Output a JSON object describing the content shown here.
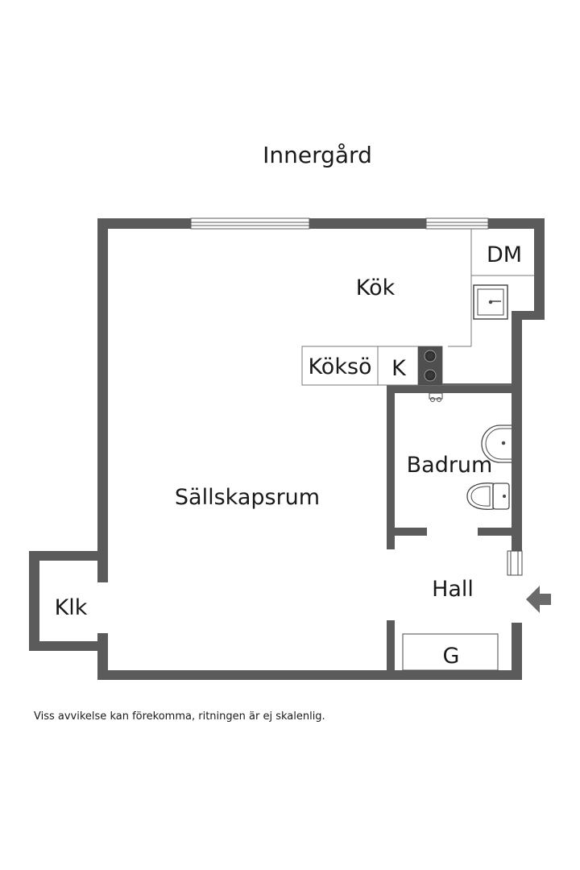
{
  "plan": {
    "courtyard": "Innergård",
    "rooms": {
      "kitchen": "Kök",
      "dishwasher": "DM",
      "island": "Köksö",
      "fridge": "K",
      "bathroom": "Badrum",
      "living": "Sällskapsrum",
      "hall": "Hall",
      "closet": "Klk",
      "wardrobe": "G"
    }
  },
  "footer": {
    "disclaimer": "Viss avvikelse kan förekomma, ritningen är ej skalenlig."
  },
  "colors": {
    "wall": "#5b5b5b",
    "wall_edge": "#3c3c3c",
    "fixture_line": "#4a4a4a",
    "stove": "#4f4f4f"
  }
}
